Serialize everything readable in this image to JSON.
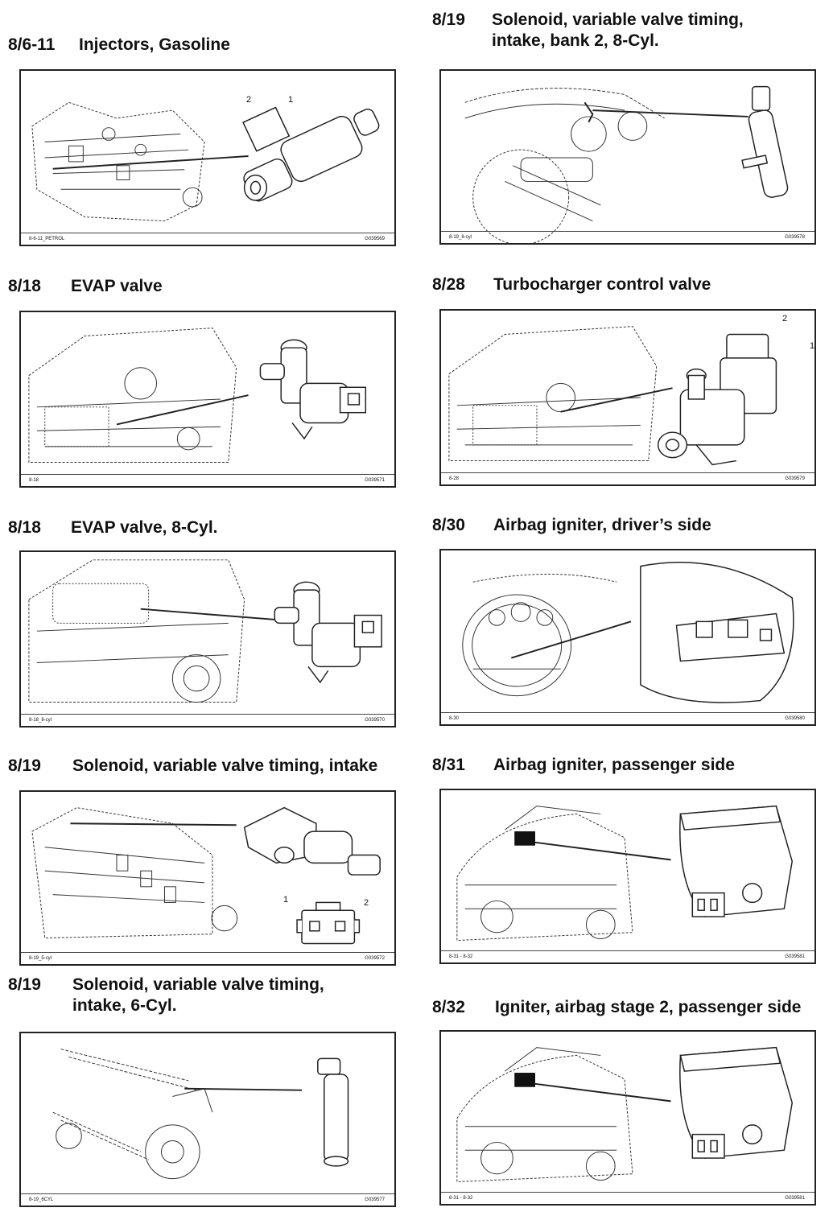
{
  "sections": [
    {
      "code": "8/6-11",
      "title": "Injectors, Gasoline",
      "caption_left": "8-6-11_PETROL",
      "caption_right": "G039569",
      "callouts": [
        "2",
        "1"
      ]
    },
    {
      "code": "8/19",
      "title": "Solenoid, variable valve timing,\nintake, bank 2, 8-Cyl.",
      "caption_left": "8-19_8-cyl",
      "caption_right": "G039578",
      "callouts": []
    },
    {
      "code": "8/18",
      "title": "EVAP valve",
      "caption_left": "8-18",
      "caption_right": "G039571",
      "callouts": []
    },
    {
      "code": "8/28",
      "title": "Turbocharger control valve",
      "caption_left": "8-28",
      "caption_right": "G039579",
      "callouts": [
        "2",
        "1"
      ]
    },
    {
      "code": "8/18",
      "title": "EVAP valve, 8-Cyl.",
      "caption_left": "8-18_8-cyl",
      "caption_right": "G039570",
      "callouts": []
    },
    {
      "code": "8/30",
      "title": "Airbag igniter, driver’s side",
      "caption_left": "8-30",
      "caption_right": "G039580",
      "callouts": []
    },
    {
      "code": "8/19",
      "title": "Solenoid, variable valve timing, intake",
      "caption_left": "8-19_5-cyl",
      "caption_right": "G039572",
      "callouts": [
        "1",
        "2"
      ]
    },
    {
      "code": "8/31",
      "title": "Airbag igniter, passenger side",
      "caption_left": "8-31 - 8-32",
      "caption_right": "G039581",
      "callouts": []
    },
    {
      "code": "8/19",
      "title": "Solenoid, variable valve timing,\nintake, 6-Cyl.",
      "caption_left": "8-19_6CYL",
      "caption_right": "G039577",
      "callouts": []
    },
    {
      "code": "8/32",
      "title": "Igniter, airbag stage 2, passenger side",
      "caption_left": "8-31 - 8-32",
      "caption_right": "G039581",
      "callouts": []
    }
  ]
}
